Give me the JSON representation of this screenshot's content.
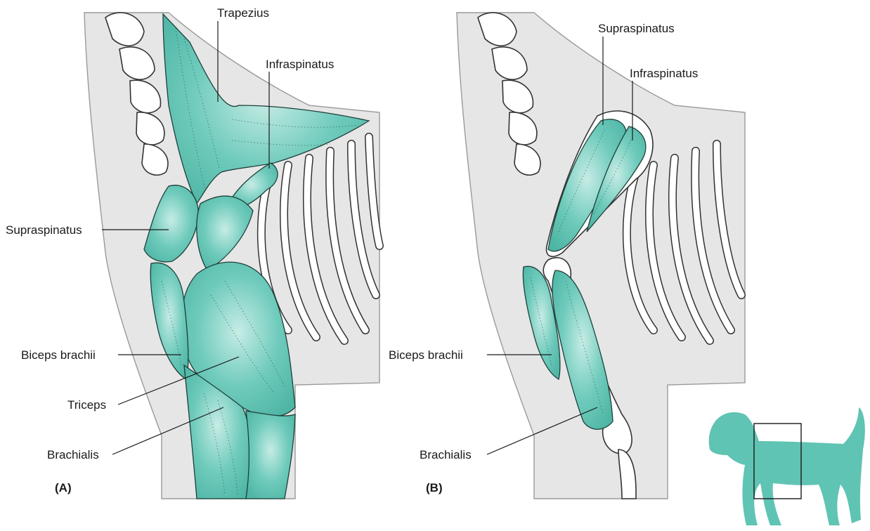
{
  "panel_a": {
    "panel_label": "(A)",
    "labels": {
      "trapezius": "Trapezius",
      "infraspinatus": "Infraspinatus",
      "supraspinatus": "Supraspinatus",
      "biceps_brachii": "Biceps brachii",
      "triceps": "Triceps",
      "brachialis": "Brachialis"
    }
  },
  "panel_b": {
    "panel_label": "(B)",
    "labels": {
      "supraspinatus": "Supraspinatus",
      "infraspinatus": "Infraspinatus",
      "biceps_brachii": "Biceps brachii",
      "brachialis": "Brachialis"
    }
  },
  "colors": {
    "muscle": "#5fc4b3",
    "skin": "#e6e6e6",
    "bone_outline": "#333333",
    "locator_dog": "#5fc4b3"
  },
  "icons": {
    "locator": "dog-silhouette-icon"
  }
}
